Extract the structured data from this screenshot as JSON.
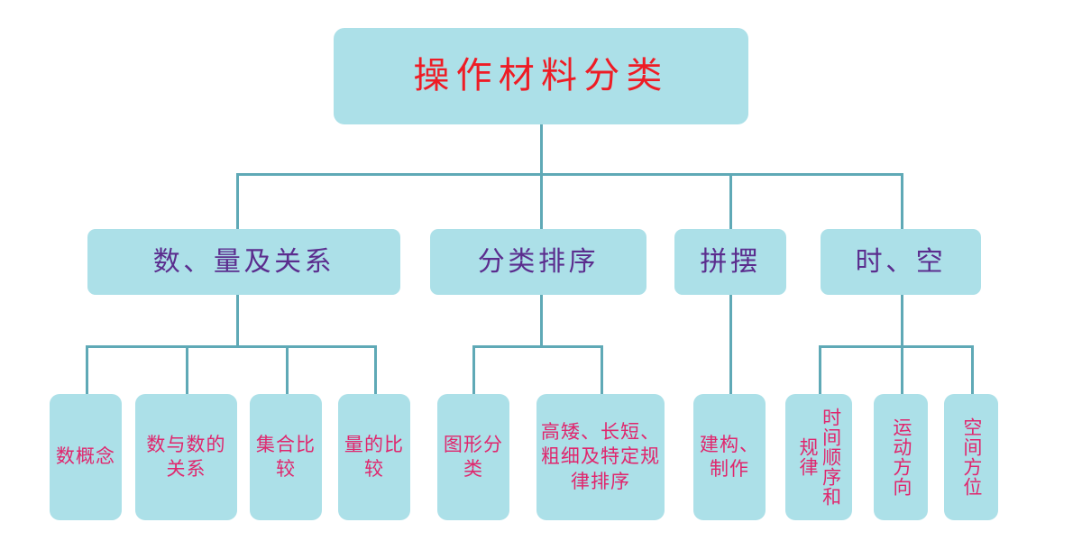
{
  "diagram": {
    "type": "tree-hierarchy-chart",
    "title": "操作材料分类",
    "colors": {
      "box_fill": "#ace0e8",
      "connector": "#5fa9b6",
      "root_text": "#ee1c25",
      "level2_text": "#5b2d8e",
      "leaf_text": "#e0266d",
      "background": "#ffffff"
    },
    "root": {
      "label": "操作材料分类"
    },
    "branches": [
      {
        "label": "数、量及关系",
        "children": [
          {
            "label": "数概念",
            "orientation": "horizontal"
          },
          {
            "label": "数与数的关系",
            "orientation": "horizontal"
          },
          {
            "label": "集合比较",
            "orientation": "horizontal"
          },
          {
            "label": "量的比较",
            "orientation": "horizontal"
          }
        ]
      },
      {
        "label": "分类排序",
        "children": [
          {
            "label": "图形分类",
            "orientation": "horizontal"
          },
          {
            "label": "高矮、长短、粗细及特定规律排序",
            "orientation": "horizontal"
          }
        ]
      },
      {
        "label": "拼摆",
        "children": [
          {
            "label": "建构、制作",
            "orientation": "horizontal"
          }
        ]
      },
      {
        "label": "时、空",
        "children": [
          {
            "label": "时间顺序和规律",
            "orientation": "vertical"
          },
          {
            "label": "运动方向",
            "orientation": "vertical"
          },
          {
            "label": "空间方位",
            "orientation": "vertical"
          }
        ]
      }
    ]
  }
}
